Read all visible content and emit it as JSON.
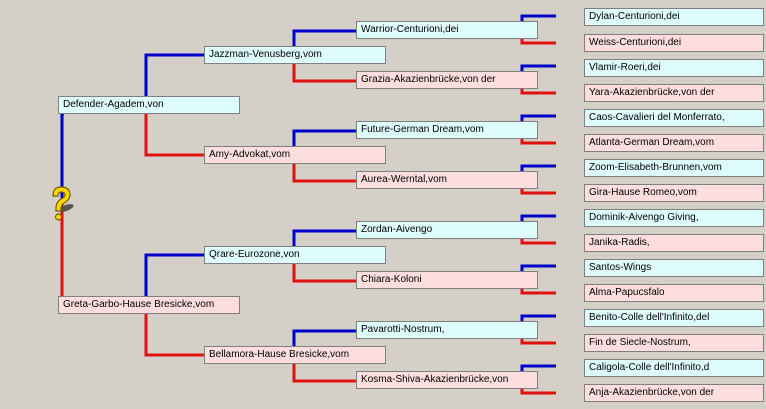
{
  "root": {
    "icon": "question-mark-icon"
  },
  "colors": {
    "sire_line": "#0000cc",
    "dam_line": "#e01010",
    "male_bg": "#dffcfc",
    "female_bg": "#fddede"
  },
  "pedigree": {
    "sire": "Defender-Agadem,von",
    "dam": "Greta-Garbo-Hause Bresicke,vom",
    "grandparents": [
      "Jazzman-Venusberg,vom",
      "Amy-Advokat,vom",
      "Qrare-Eurozone,von",
      "Bellamora-Hause Bresicke,vom"
    ],
    "great_grandparents": [
      "Warrior-Centurioni,dei",
      "Grazia-Akazienbrücke,von der",
      "Future-German Dream,vom",
      "Aurea-Werntal,vom",
      "Zordan-Aivengo",
      "Chiara-Koloni",
      "Pavarotti-Nostrum,",
      "Kosma-Shiva-Akazienbrücke,von"
    ],
    "gg_grandparents": [
      "Dylan-Centurioni,dei",
      "Weiss-Centurioni,dei",
      "Vlamir-Roeri,dei",
      "Yara-Akazienbrücke,von der",
      "Caos-Cavalieri del Monferrato,",
      "Atlanta-German Dream,vom",
      "Zoom-Elisabeth-Brunnen,vom",
      "Gira-Hause Romeo,vom",
      "Dominik-Aivengo Giving,",
      "Janika-Radis,",
      "Santos-Wings",
      "Alma-Papucsfalo",
      "Benito-Colle dell'Infinito,del",
      "Fin de Siecle-Nostrum,",
      "Caligola-Colle dell'Infinito,d",
      "Anja-Akazienbrücke,von der"
    ]
  }
}
